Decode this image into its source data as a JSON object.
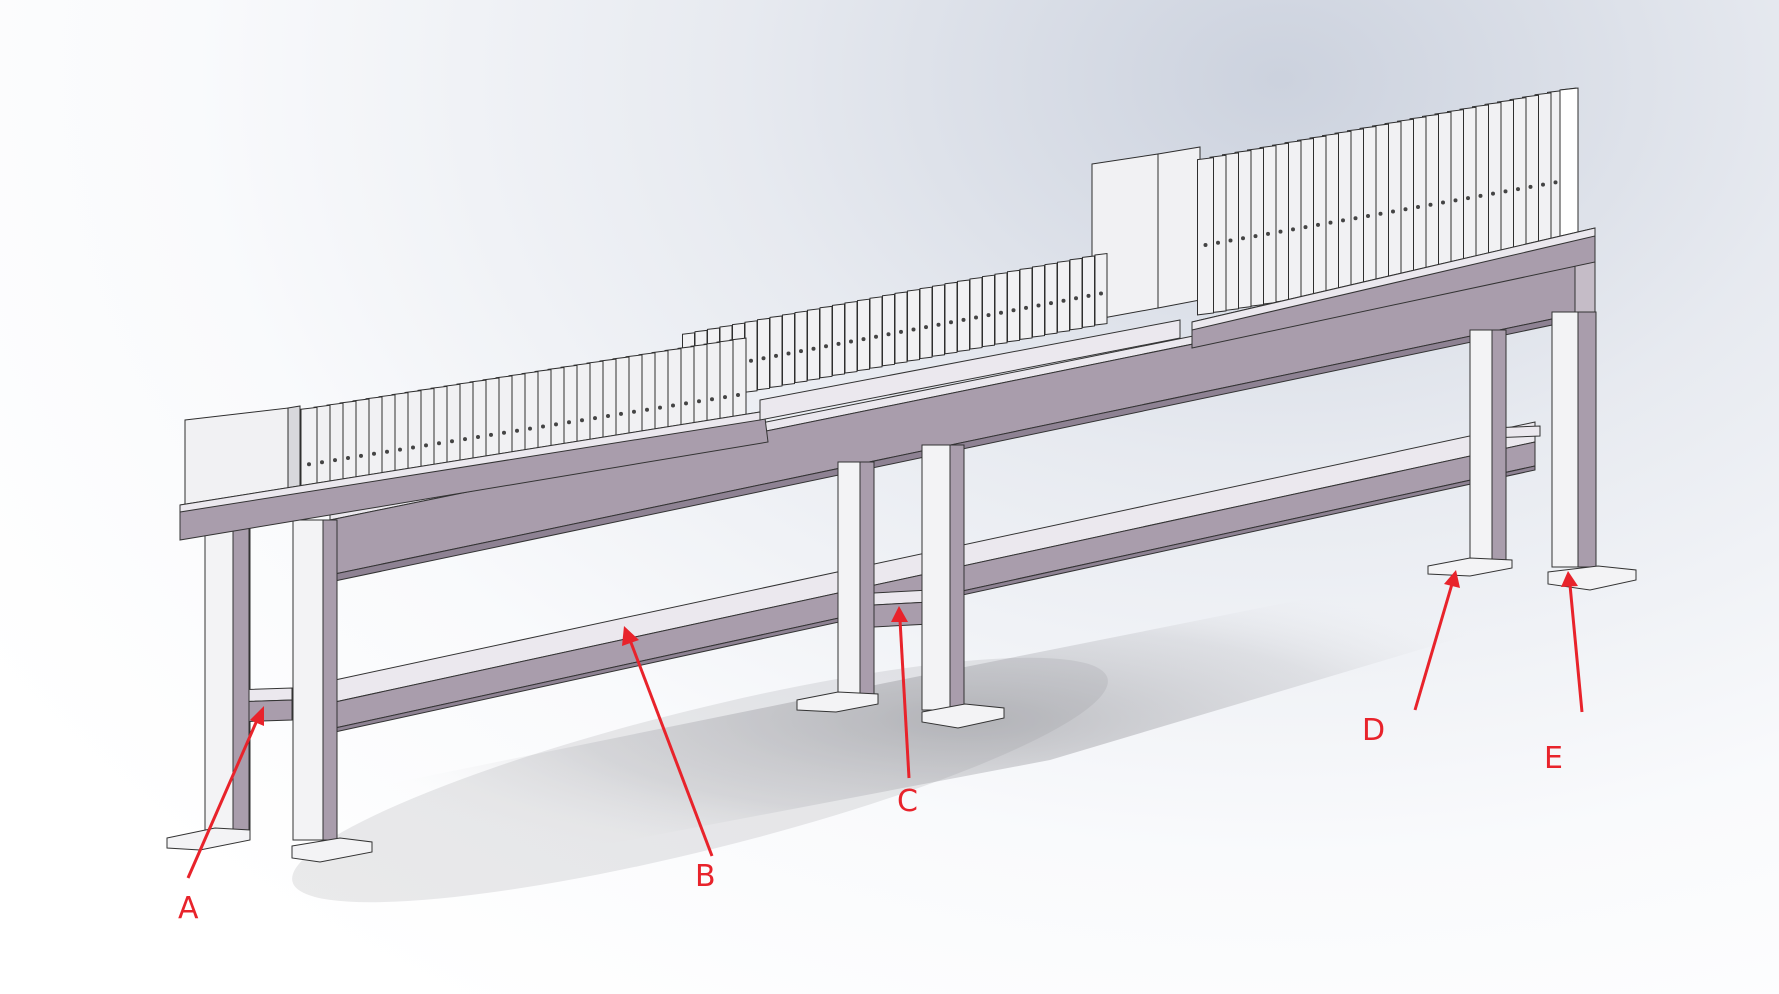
{
  "callouts": [
    {
      "id": "A",
      "label": "A"
    },
    {
      "id": "B",
      "label": "B"
    },
    {
      "id": "C",
      "label": "C"
    },
    {
      "id": "D",
      "label": "D"
    },
    {
      "id": "E",
      "label": "E"
    }
  ],
  "colors": {
    "frame": "#a99dac",
    "frame_dark": "#8e8293",
    "frame_light": "#c5bcc7",
    "plate": "#f1f1f3",
    "plate_edge": "#3a3a3a",
    "arrow": "#e8232b"
  }
}
